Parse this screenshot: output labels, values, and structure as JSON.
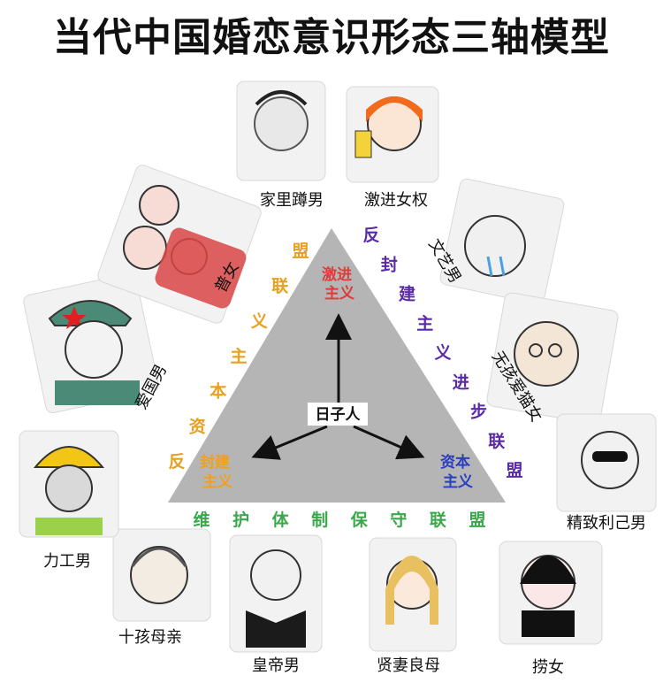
{
  "title": "当代中国婚恋意识形态三轴模型",
  "center": "日子人",
  "axes": {
    "top": "激进主义",
    "left": "封建主义",
    "right": "资本主义"
  },
  "alliances": {
    "left_side": "反资本主义联盟",
    "right_side": "反封建主义进步联盟",
    "bottom_side": "维护体制保守联盟"
  },
  "characters": [
    {
      "id": "jialidunnan",
      "label": "家里蹲男"
    },
    {
      "id": "jijinnvquan",
      "label": "激进女权"
    },
    {
      "id": "wenyinan",
      "label": "文艺男"
    },
    {
      "id": "wuhaiyangmaonv",
      "label": "无孩爱猫女"
    },
    {
      "id": "jingzhiliji",
      "label": "精致利己男"
    },
    {
      "id": "laonv",
      "label": "捞女"
    },
    {
      "id": "xianqiliangmu",
      "label": "贤妻良母"
    },
    {
      "id": "huangdinan",
      "label": "皇帝男"
    },
    {
      "id": "shihaimuqin",
      "label": "十孩母亲"
    },
    {
      "id": "ligongnan",
      "label": "力工男"
    },
    {
      "id": "aiguonan",
      "label": "爱国男"
    },
    {
      "id": "pu",
      "label": "普女"
    }
  ],
  "colors": {
    "triangle": "#b5b5b5",
    "top_axis": "#e03a3a",
    "left_axis": "#f0a020",
    "right_axis": "#2a3fc0",
    "left_alliance": "#e8a020",
    "right_alliance": "#5a2aa8",
    "bottom_alliance": "#3aa84a"
  }
}
